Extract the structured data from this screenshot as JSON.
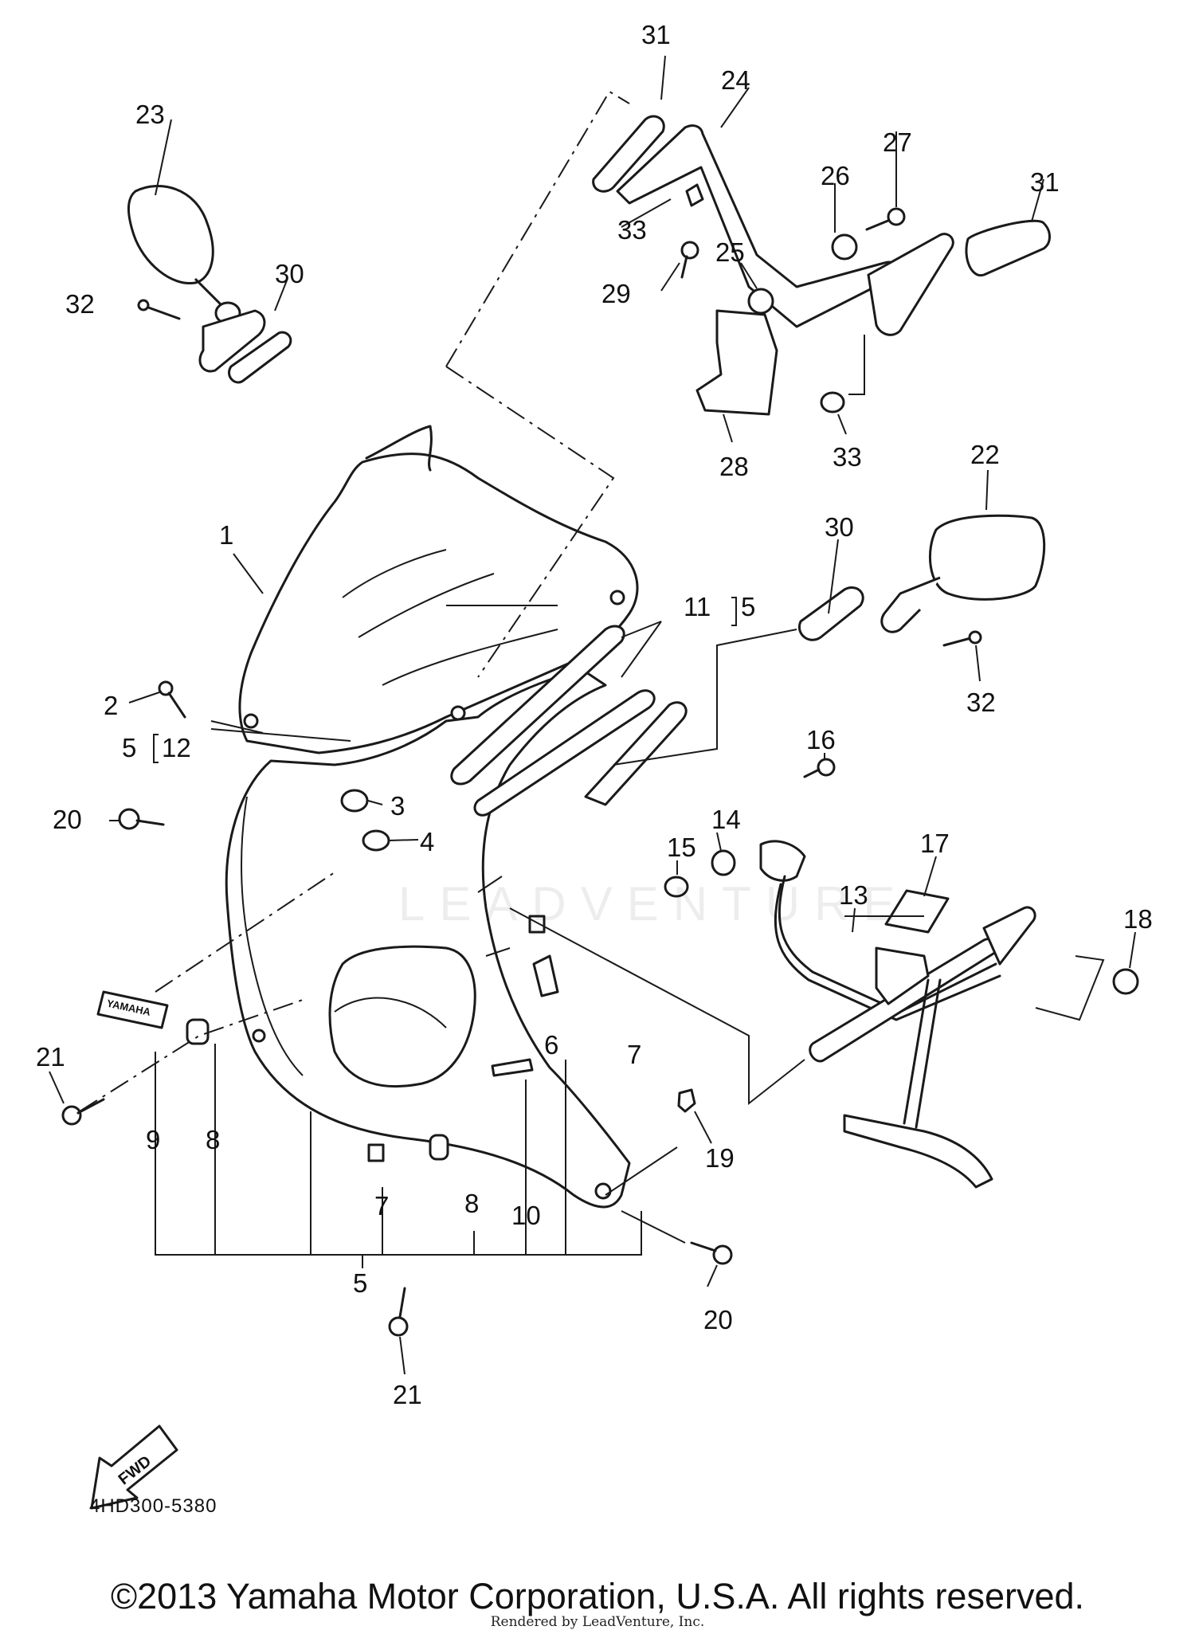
{
  "diagram": {
    "catalog_code": "4HD300-5380",
    "copyright": "©2013 Yamaha Motor Corporation, U.S.A. All rights reserved.",
    "render_credit": "Rendered by LeadVenture, Inc.",
    "watermark": "LEADVENTURE",
    "emblem_text": "YAMAHA",
    "fwd_label": "FWD",
    "callouts": [
      "1",
      "2",
      "3",
      "4",
      "5",
      "5",
      "5",
      "6",
      "7",
      "7",
      "8",
      "8",
      "9",
      "10",
      "11",
      "12",
      "13",
      "14",
      "15",
      "16",
      "17",
      "18",
      "19",
      "20",
      "20",
      "21",
      "21",
      "22",
      "23",
      "24",
      "25",
      "26",
      "27",
      "28",
      "29",
      "30",
      "30",
      "31",
      "31",
      "32",
      "32",
      "33",
      "33"
    ],
    "bracket_labels": {
      "b11": "5",
      "b12": "5"
    }
  }
}
